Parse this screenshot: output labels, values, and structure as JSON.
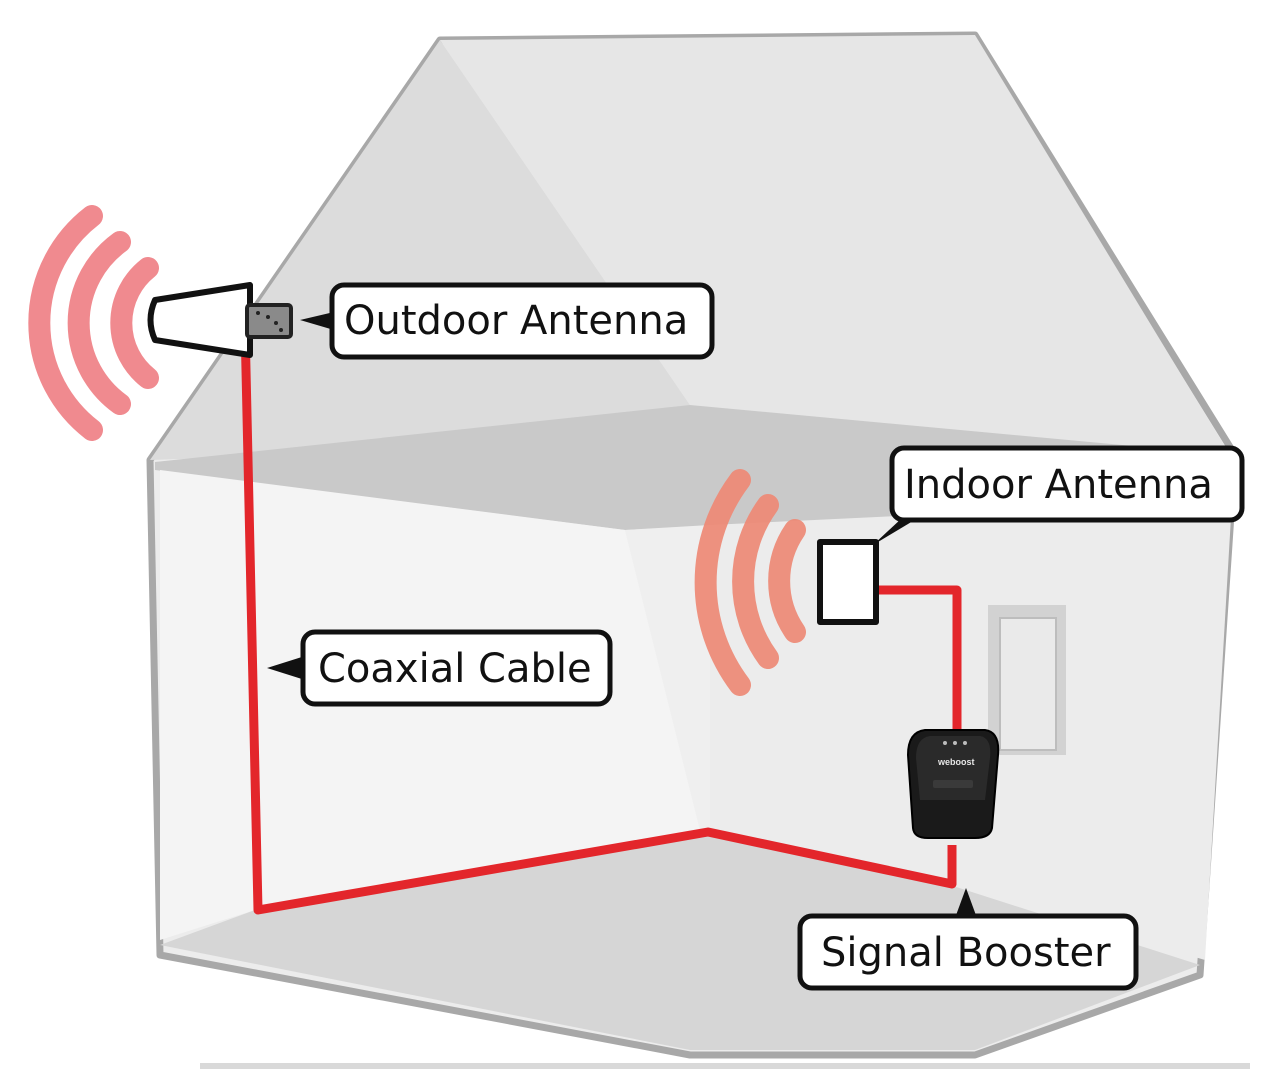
{
  "labels": {
    "outdoor_antenna": "Outdoor Antenna",
    "indoor_antenna": "Indoor Antenna",
    "coaxial_cable": "Coaxial Cable",
    "signal_booster": "Signal Booster"
  },
  "booster_brand": "weboost",
  "colors": {
    "cable": "#e3262b",
    "outdoor_signal": "#f08a8f",
    "indoor_signal": "#ee8a76",
    "house_outline": "#a8a8a8",
    "label_border": "#111111"
  },
  "icons": {
    "outdoor_antenna": "panel-antenna-icon",
    "indoor_antenna": "wall-antenna-icon",
    "signal_booster": "booster-device-icon",
    "signal_waves": "signal-waves-icon"
  }
}
